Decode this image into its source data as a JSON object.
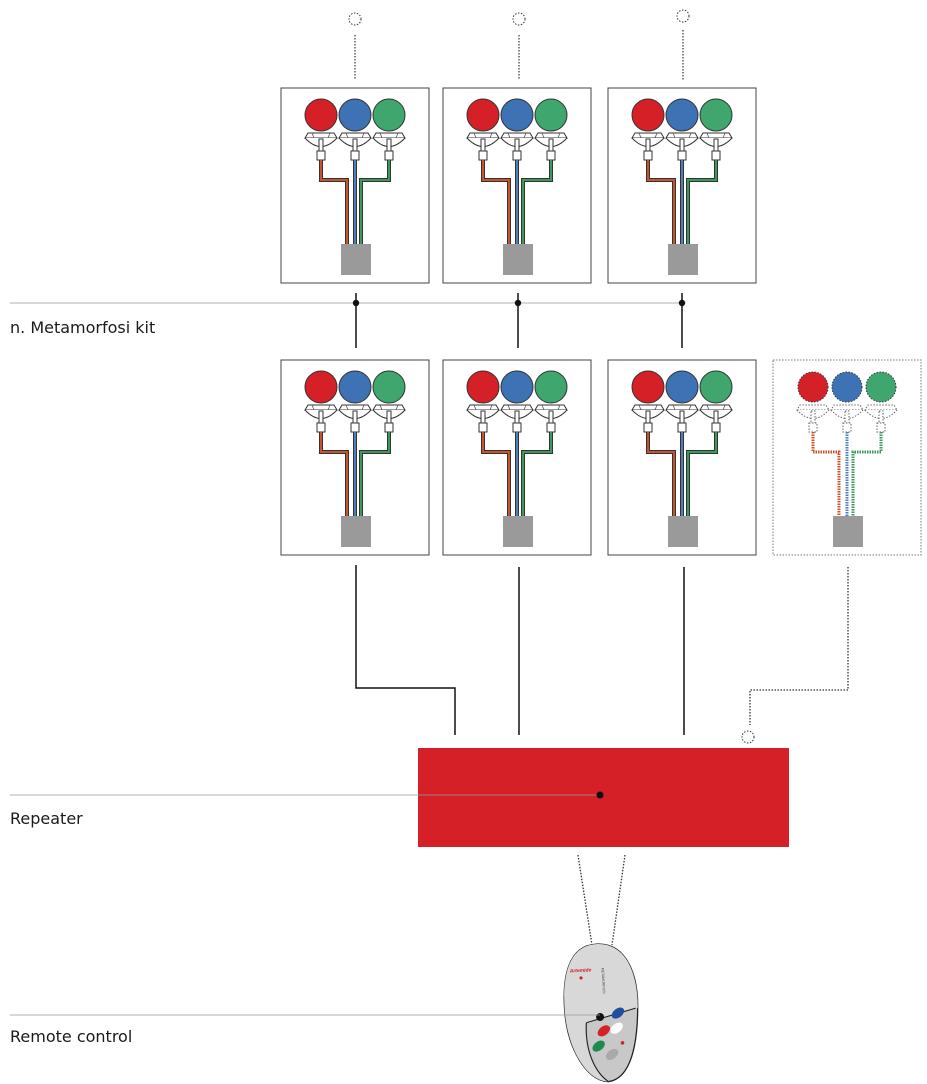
{
  "labels": {
    "kit": "n. Metamorfosi kit",
    "repeater": "Repeater",
    "remote": "Remote control"
  },
  "remote": {
    "brand": "Artemide",
    "model": "METAMORFOSI"
  },
  "colors": {
    "red": "#d62027",
    "blue": "#3d72b4",
    "green": "#3fa66e",
    "wire_red": "#c9542b",
    "wire_blue": "#4e7fb8",
    "wire_green": "#3a9a5c",
    "control_box": "#9a9a9a",
    "repeater": "#d62027",
    "remote_body": "#c8c8c8"
  }
}
